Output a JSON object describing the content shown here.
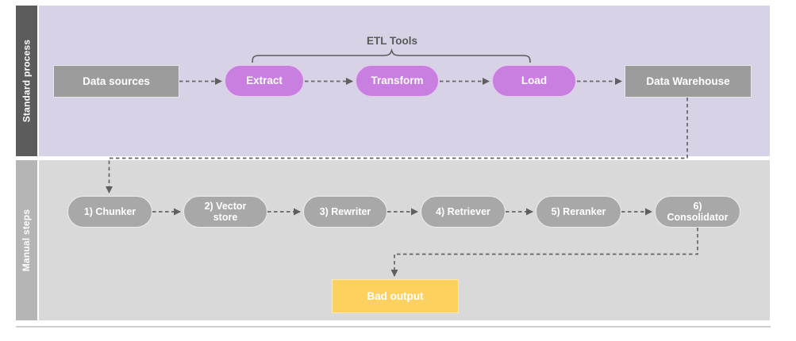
{
  "lanes": [
    {
      "label": "Standard process"
    },
    {
      "label": "Manual steps"
    }
  ],
  "brace": {
    "label": "ETL Tools"
  },
  "nodes": {
    "data_sources": {
      "label": "Data sources"
    },
    "extract": {
      "label": "Extract"
    },
    "transform": {
      "label": "Transform"
    },
    "load": {
      "label": "Load"
    },
    "data_warehouse": {
      "label": "Data Warehouse"
    },
    "chunker": {
      "label": "1) Chunker"
    },
    "vector_store": {
      "label": "2) Vector store"
    },
    "rewriter": {
      "label": "3) Rewriter"
    },
    "retriever": {
      "label": "4) Retriever"
    },
    "reranker": {
      "label": "5) Reranker"
    },
    "consolidator": {
      "label": "6) Consolidator"
    },
    "bad_output": {
      "label": "Bad output"
    }
  },
  "edges": [
    {
      "from": "data_sources",
      "to": "extract",
      "style": "dashed"
    },
    {
      "from": "extract",
      "to": "transform",
      "style": "dashed"
    },
    {
      "from": "transform",
      "to": "load",
      "style": "dashed"
    },
    {
      "from": "load",
      "to": "data_warehouse",
      "style": "dashed"
    },
    {
      "from": "data_warehouse",
      "to": "chunker",
      "style": "dashed"
    },
    {
      "from": "chunker",
      "to": "vector_store",
      "style": "dashed"
    },
    {
      "from": "vector_store",
      "to": "rewriter",
      "style": "dashed"
    },
    {
      "from": "rewriter",
      "to": "retriever",
      "style": "dashed"
    },
    {
      "from": "retriever",
      "to": "reranker",
      "style": "dashed"
    },
    {
      "from": "reranker",
      "to": "consolidator",
      "style": "dashed"
    },
    {
      "from": "consolidator",
      "to": "bad_output",
      "style": "dashed"
    }
  ],
  "colors": {
    "standard_lane_bg": "#d8d2e6",
    "standard_lane_header_bg": "#5c5c5c",
    "manual_lane_bg": "#d9d9d9",
    "manual_lane_header_bg": "#b5b5b5",
    "etl_pill": "#c87fdf",
    "gray_box": "#9c9c9c",
    "manual_pill": "#a8a8a8",
    "bad_output_box": "#fcd15f",
    "connector": "#666666",
    "node_text": "#ffffff",
    "annotation_text": "#595959"
  }
}
